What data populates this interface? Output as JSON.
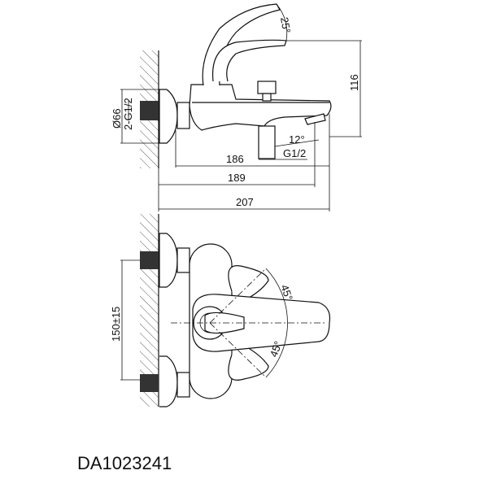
{
  "side_view": {
    "angle_top": "25°",
    "height": "116",
    "flange_diameter": "Ø66",
    "inlet_thread": "2-G1/2",
    "spout_angle": "12°",
    "outlet_thread": "G1/2",
    "length_186": "186",
    "length_189": "189",
    "length_207": "207"
  },
  "front_view": {
    "inlet_spacing": "150±15",
    "angle_up": "45°",
    "angle_down": "45°"
  },
  "model_code": "DA1023241"
}
